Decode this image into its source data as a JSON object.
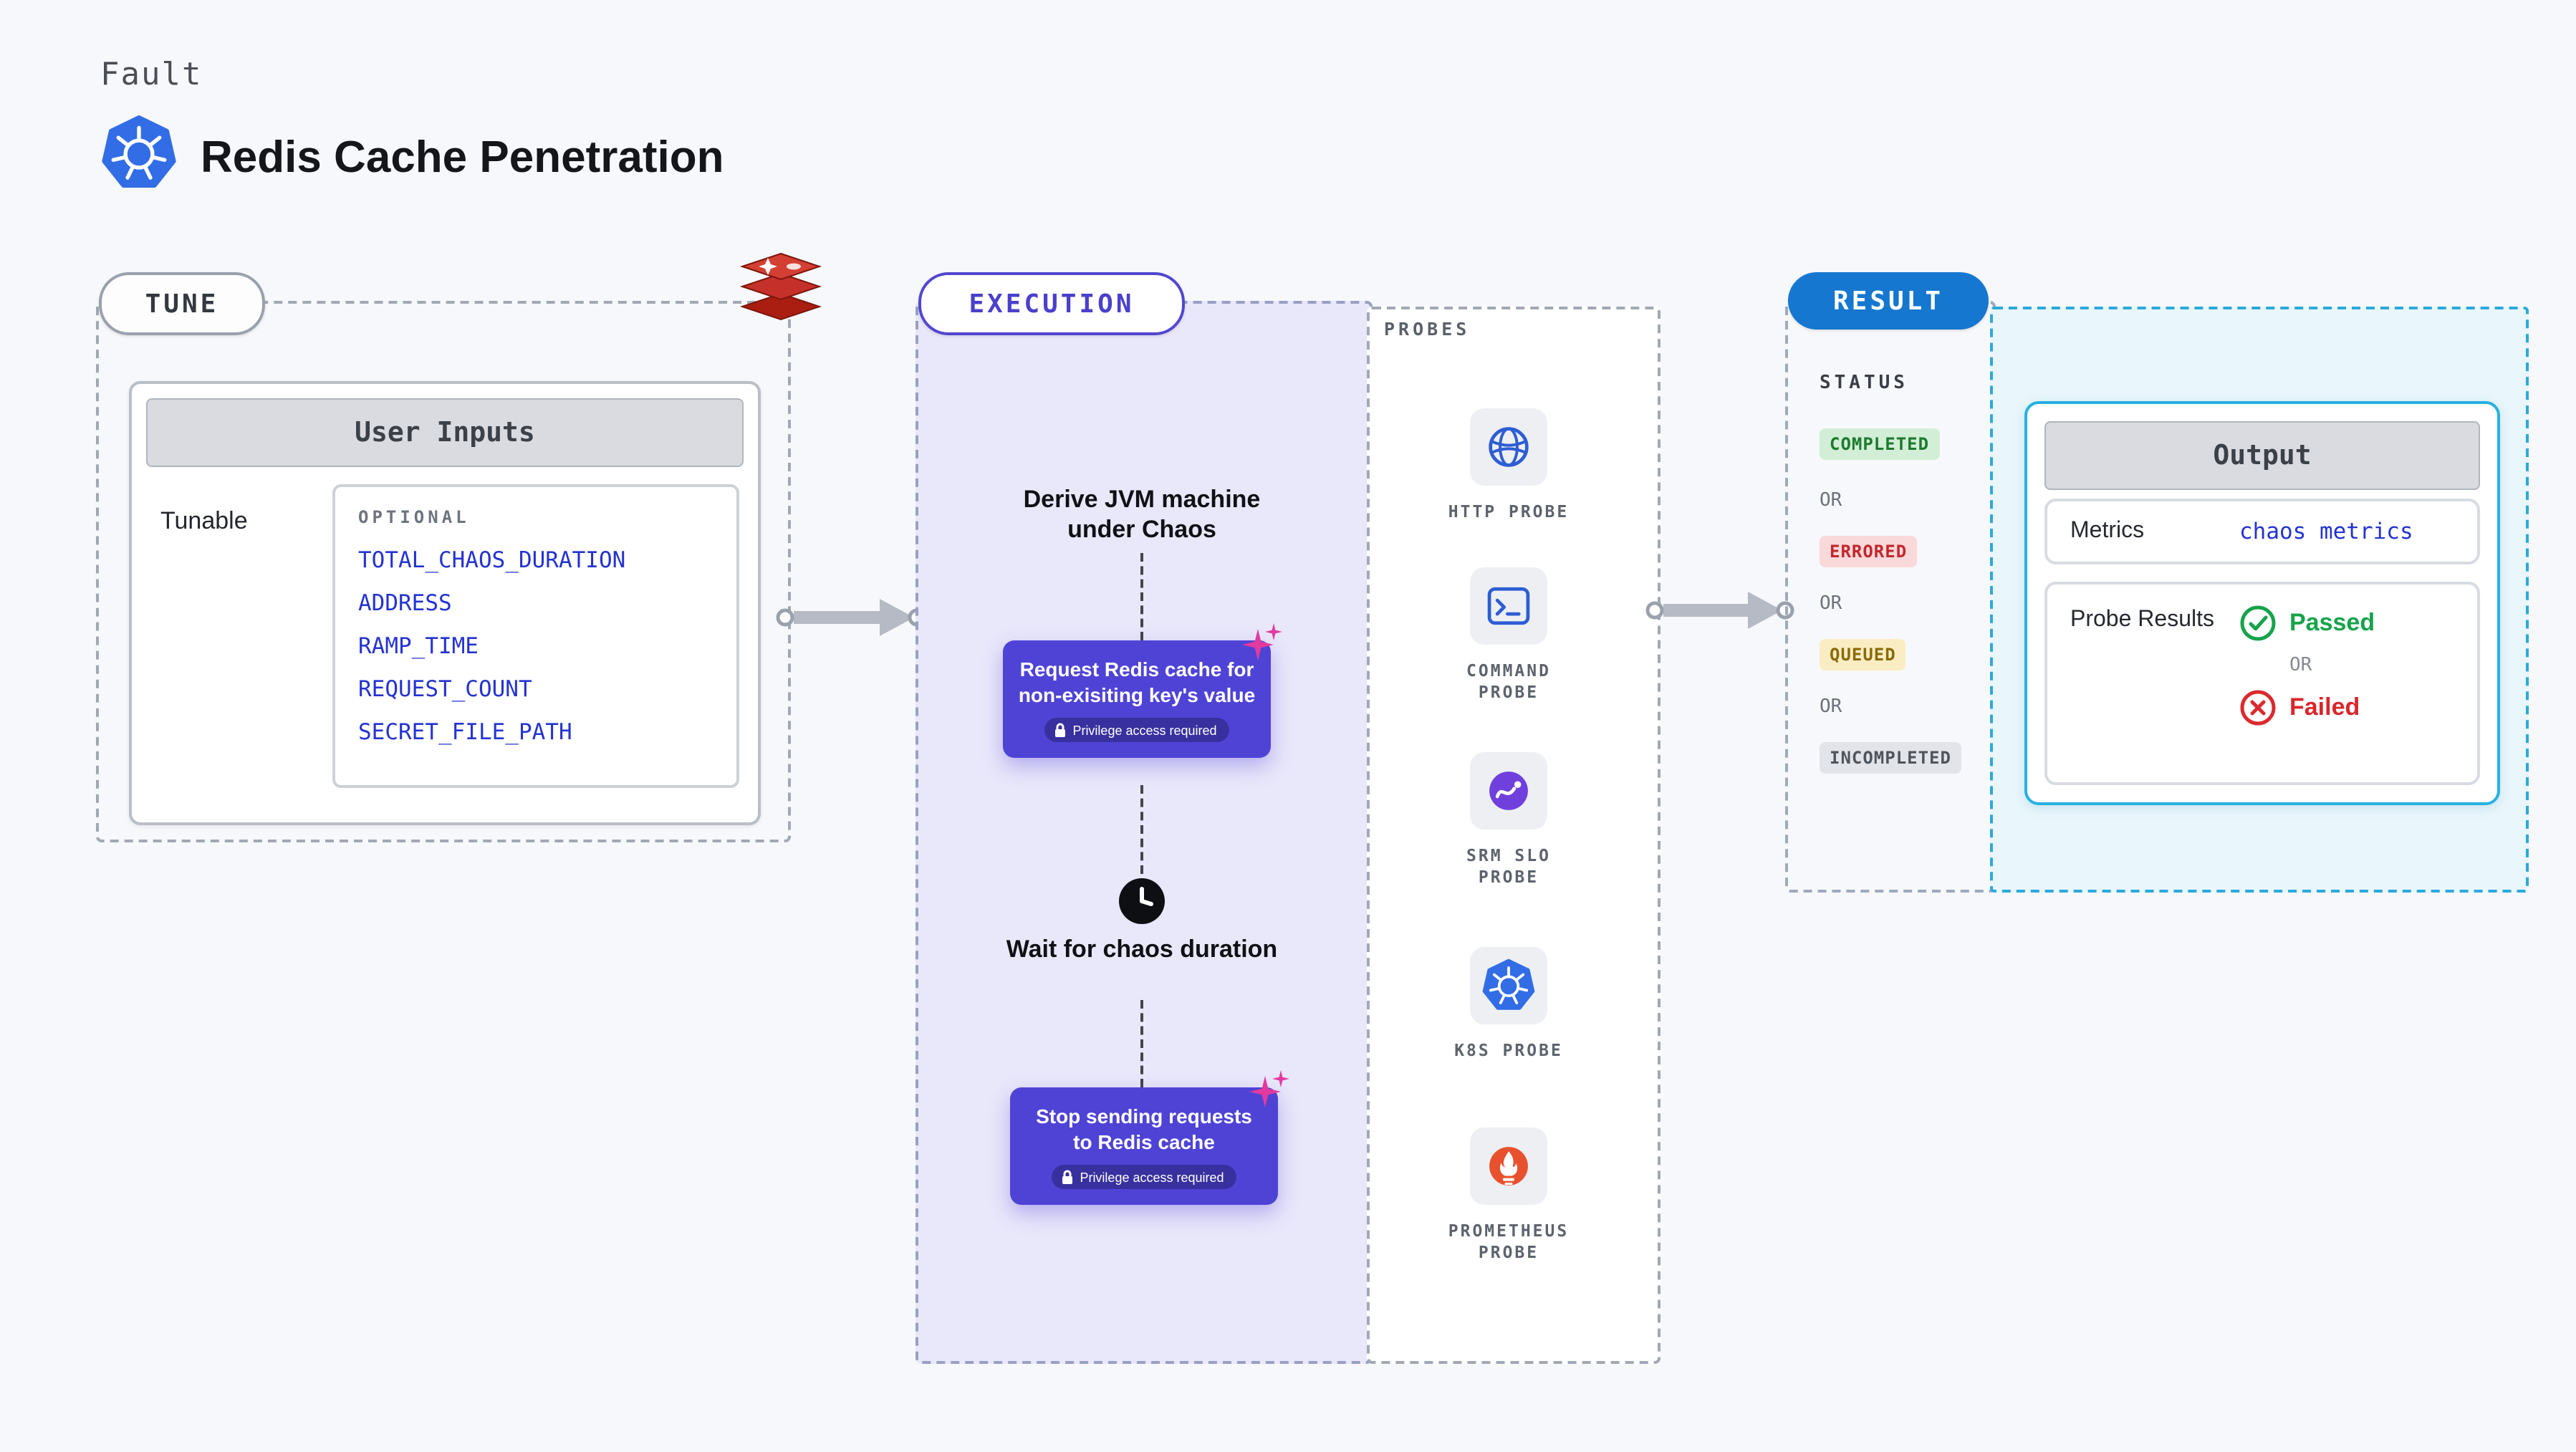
{
  "page": {
    "kicker": "Fault",
    "title": "Redis Cache Penetration"
  },
  "tune": {
    "label": "TUNE",
    "user_inputs": {
      "title": "User Inputs",
      "group_label": "Tunable",
      "column_label": "OPTIONAL",
      "links": [
        "TOTAL_CHAOS_DURATION",
        "ADDRESS",
        "RAMP_TIME",
        "REQUEST_COUNT",
        "SECRET_FILE_PATH"
      ]
    }
  },
  "execution": {
    "label": "EXECUTION",
    "steps": [
      {
        "type": "text",
        "label": "Derive JVM machine under Chaos"
      },
      {
        "type": "action",
        "label": "Request Redis cache for non-exisiting key's value",
        "badge": "Privilege access required"
      },
      {
        "type": "wait",
        "label": "Wait for chaos duration"
      },
      {
        "type": "action",
        "label": "Stop sending requests to Redis cache",
        "badge": "Privilege access required"
      }
    ]
  },
  "probes": {
    "label": "PROBES",
    "items": [
      {
        "name": "HTTP PROBE",
        "icon": "globe-icon"
      },
      {
        "name": "COMMAND PROBE",
        "icon": "terminal-icon"
      },
      {
        "name": "SRM SLO PROBE",
        "icon": "srm-icon"
      },
      {
        "name": "K8S PROBE",
        "icon": "kubernetes-icon"
      },
      {
        "name": "PROMETHEUS PROBE",
        "icon": "prometheus-icon"
      }
    ]
  },
  "result": {
    "label": "RESULT",
    "status": {
      "title": "STATUS",
      "separator": "OR",
      "badges": [
        {
          "label": "COMPLETED",
          "color": "green"
        },
        {
          "label": "ERRORED",
          "color": "red"
        },
        {
          "label": "QUEUED",
          "color": "yellow"
        },
        {
          "label": "INCOMPLETED",
          "color": "gray"
        }
      ]
    },
    "output": {
      "title": "Output",
      "metrics_label": "Metrics",
      "metrics_link": "chaos metrics",
      "probe_results_label": "Probe Results",
      "passed": "Passed",
      "or": "OR",
      "failed": "Failed"
    }
  },
  "colors": {
    "accent_purple": "#4f43d6",
    "accent_blue": "#1577cf",
    "link_blue": "#2433d0",
    "cyan_border": "#2da9da",
    "status_completed": "#1d7a2e",
    "status_errored": "#c2272d",
    "status_queued": "#8a6a08",
    "status_incompleted": "#50555d",
    "passed_green": "#16a34a",
    "failed_red": "#d9262c",
    "kubernetes_blue": "#326de6",
    "redis_red": "#c6302b",
    "prometheus_orange": "#e8512d"
  }
}
